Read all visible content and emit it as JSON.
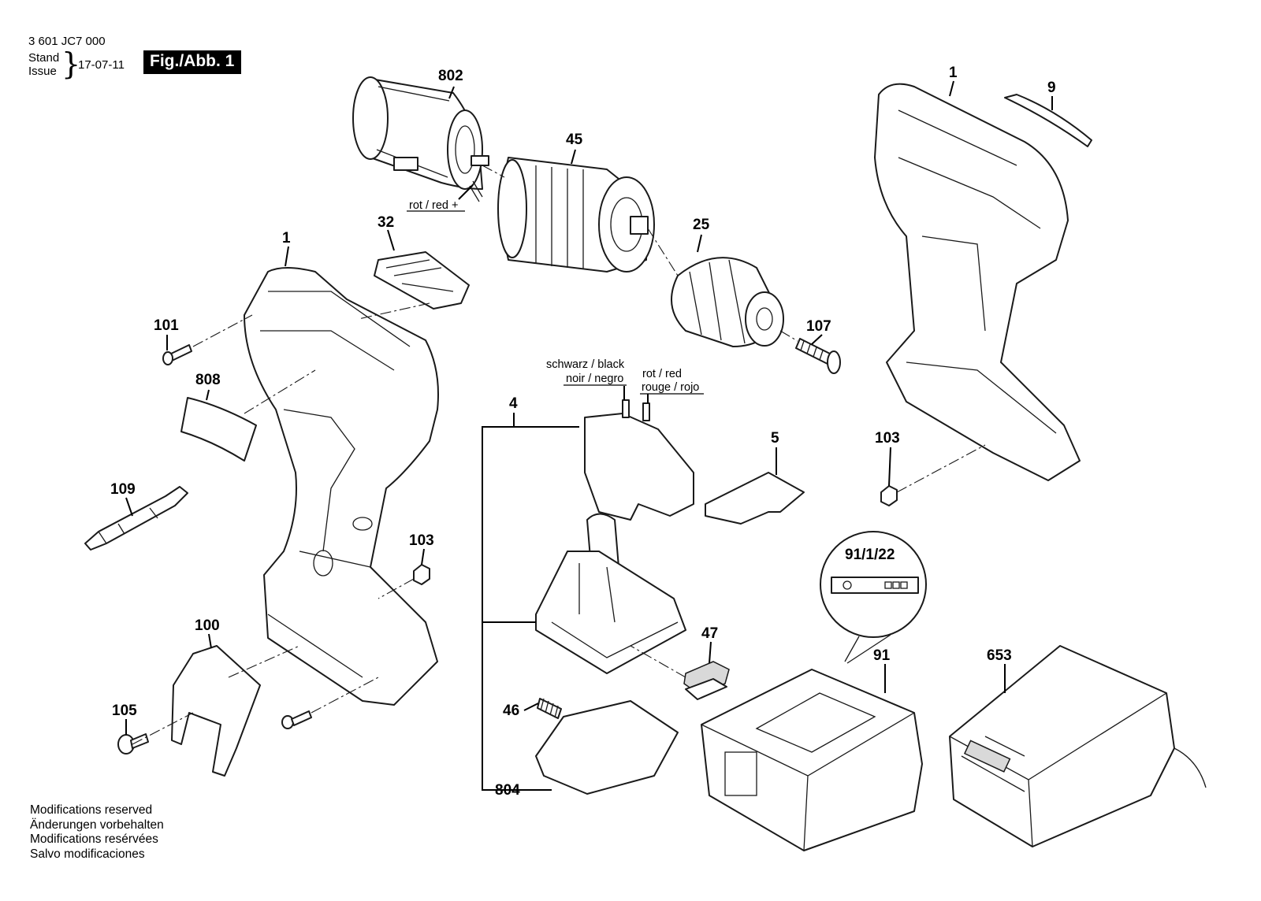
{
  "header": {
    "doc_number": "3 601 JC7 000",
    "stand_label": "Stand",
    "issue_label": "Issue",
    "date": "17-07-11",
    "figure_label": "Fig./Abb. 1"
  },
  "parts": {
    "p802": "802",
    "p45": "45",
    "p1_left": "1",
    "p32": "32",
    "p25": "25",
    "p1_right": "1",
    "p9": "9",
    "p101": "101",
    "p107": "107",
    "p808": "808",
    "p4": "4",
    "p5": "5",
    "p103_right": "103",
    "p109": "109",
    "p103_left": "103",
    "p91_1_22": "91/1/22",
    "p47": "47",
    "p91": "91",
    "p653": "653",
    "p100": "100",
    "p105": "105",
    "p46": "46",
    "p804": "804"
  },
  "wires": {
    "motor_red": "rot / red +",
    "black_1": "schwarz / black",
    "black_2": "noir / negro",
    "red_1": "rot / red",
    "red_2": "rouge / rojo"
  },
  "notes": [
    "Modifications reserved",
    "Änderungen vorbehalten",
    "Modifications resérvées",
    "Salvo modificaciones"
  ]
}
